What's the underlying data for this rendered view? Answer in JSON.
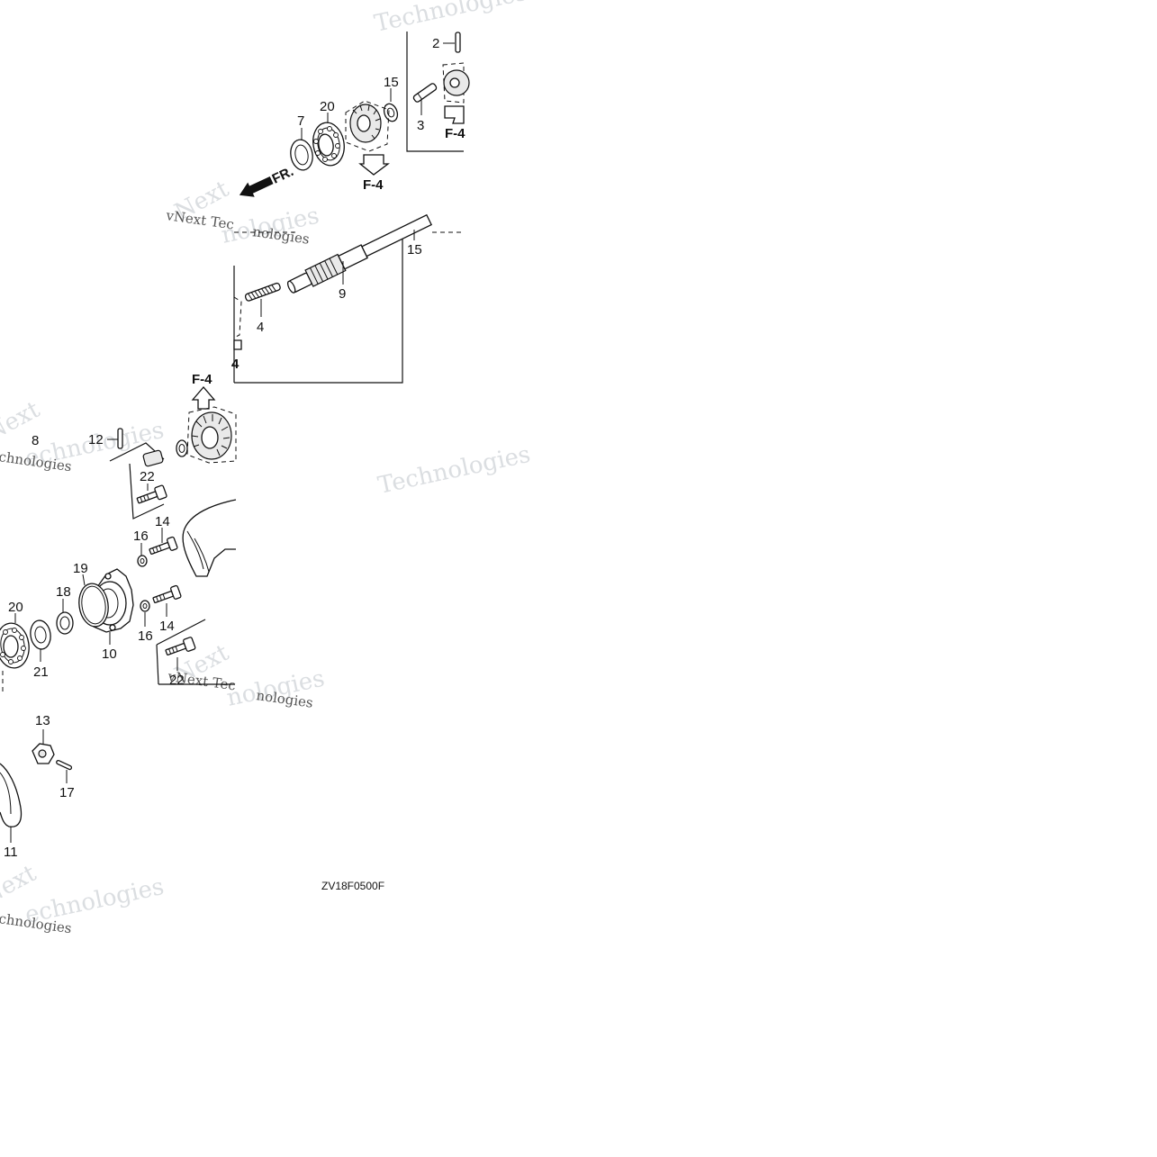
{
  "diagram_code": "ZV18F0500F",
  "direction_label": "FR.",
  "ref_label": "F-4",
  "parts": [
    "2",
    "3",
    "4",
    "7",
    "8",
    "9",
    "10",
    "11",
    "12",
    "13",
    "14",
    "15",
    "16",
    "17",
    "18",
    "19",
    "20",
    "21",
    "22"
  ],
  "watermarks": {
    "technologies": "Technologies",
    "next": "Next",
    "vnext_tec": "vNext Tec",
    "nologies": "nologies",
    "chnologies": "chnologies",
    "echnologies": "echnologies"
  },
  "colors": {
    "line": "#111111",
    "watermark": "#cfd3d8",
    "background": "#ffffff"
  }
}
